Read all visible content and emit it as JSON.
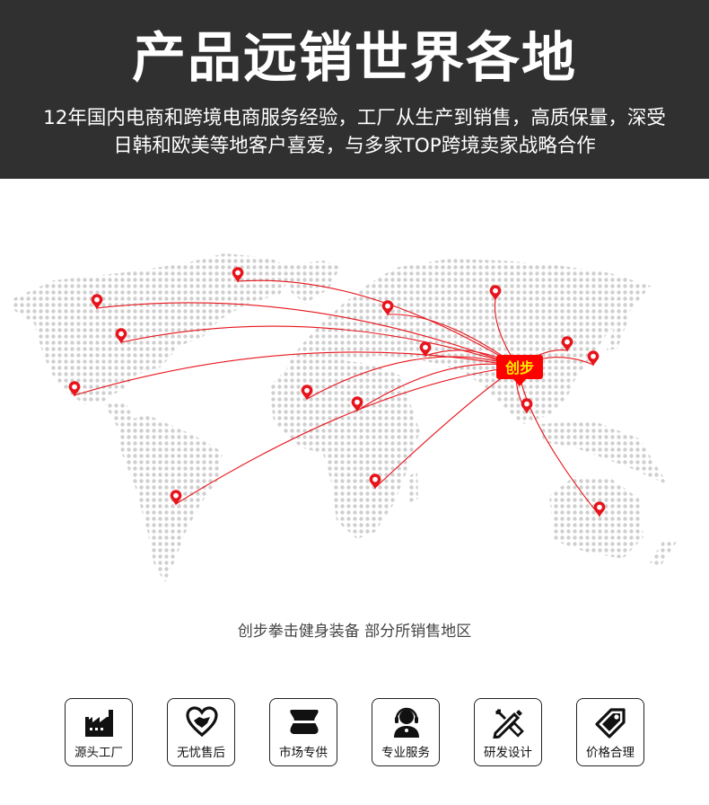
{
  "header": {
    "title": "产品远销世界各地",
    "subtitle_line1": "12年国内电商和跨境电商服务经验，工厂从生产到销售，高质保量，深受",
    "subtitle_line2": "日韩和欧美等地客户喜爱，与多家TOP跨境卖家战略合作",
    "background_color": "#303030"
  },
  "map": {
    "hub_label": "创步",
    "caption": "创步拳击健身装备 部分所销售地区",
    "accent_color": "#e8141c",
    "hub_color": "#ff0000",
    "dot_color": "#cfcfcf"
  },
  "features": [
    {
      "label": "源头工厂",
      "icon": "factory-icon"
    },
    {
      "label": "无忧售后",
      "icon": "handshake-heart-icon"
    },
    {
      "label": "市场专供",
      "icon": "market-icon"
    },
    {
      "label": "专业服务",
      "icon": "headset-service-icon"
    },
    {
      "label": "研发设计",
      "icon": "design-tools-icon"
    },
    {
      "label": "价格合理",
      "icon": "price-tag-icon"
    }
  ]
}
